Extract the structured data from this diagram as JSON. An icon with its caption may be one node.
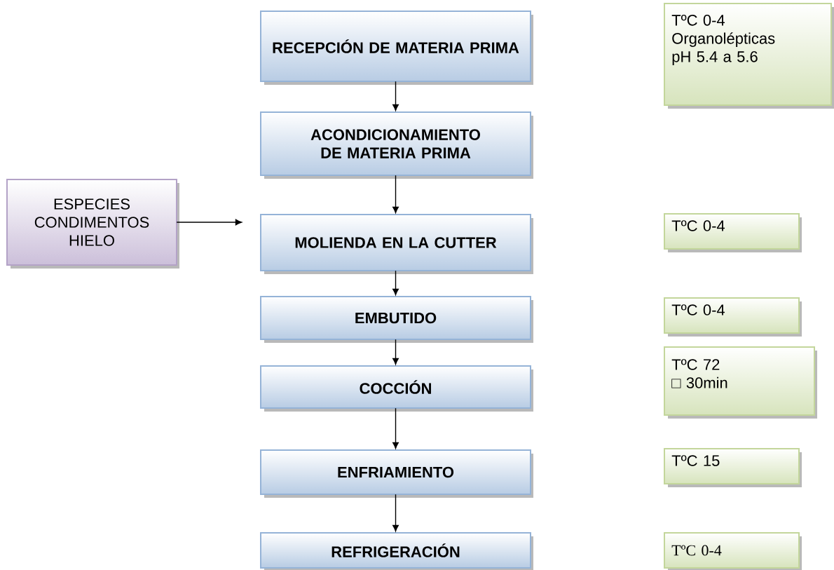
{
  "diagram": {
    "nodes": [
      {
        "text": [
          "RECEPCIÓN DE MATERIA PRIMA"
        ]
      },
      {
        "text": [
          "TºC 0-4",
          "Organolépticas",
          "pH 5.4 a 5.6"
        ]
      },
      {
        "text": [
          "ACONDICIONAMIENTO DE MATERIA PRIMA"
        ]
      },
      {
        "text": [
          "ESPECIES CONDIMENTOS HIELO"
        ]
      },
      {
        "text": [
          "MOLIENDA EN LA CUTTER"
        ]
      },
      {
        "text": [
          "TºC 0-4"
        ]
      },
      {
        "text": [
          "EMBUTIDO"
        ]
      },
      {
        "text": [
          "TºC 0-4"
        ]
      },
      {
        "text": [
          "COCCIÓN"
        ]
      },
      {
        "text": [
          "TºC 72",
          "□ 30min"
        ]
      },
      {
        "text": [
          "ENFRIAMIENTO"
        ]
      },
      {
        "text": [
          "TºC 15"
        ]
      },
      {
        "text": [
          "REFRIGERACIÓN"
        ]
      },
      {
        "text": [
          "TºC 0-4"
        ]
      }
    ],
    "edges": [
      {
        "from": 0,
        "to": 2,
        "arrow": "to"
      },
      {
        "from": 2,
        "to": 4,
        "arrow": "to"
      },
      {
        "from": 3,
        "to": 4,
        "arrow": "to"
      },
      {
        "from": 4,
        "to": 6,
        "arrow": "to"
      },
      {
        "from": 6,
        "to": 8,
        "arrow": "to"
      },
      {
        "from": 8,
        "to": 10,
        "arrow": "to"
      },
      {
        "from": 10,
        "to": 12,
        "arrow": "to"
      }
    ]
  }
}
